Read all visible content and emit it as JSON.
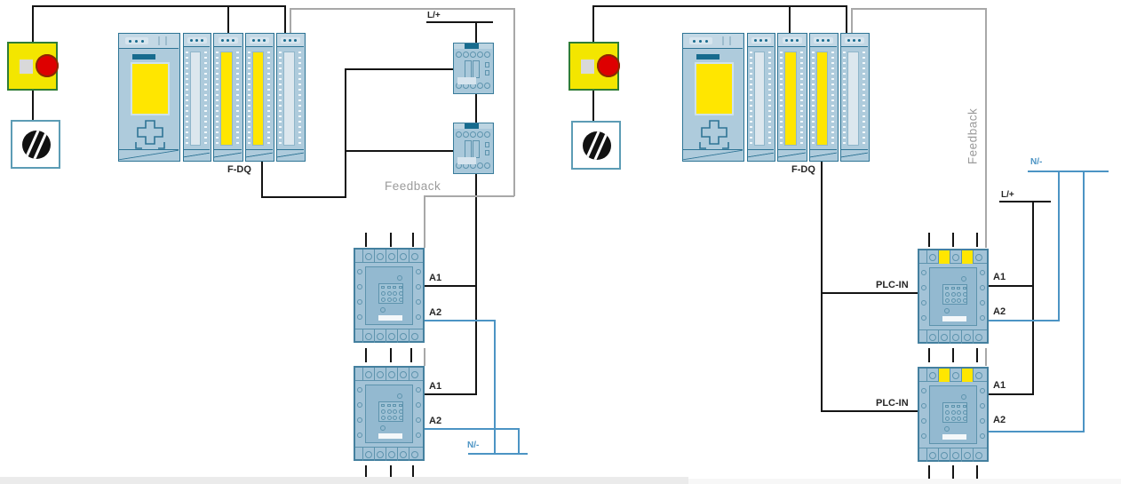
{
  "figure": {
    "kind": "safety-wiring-diagram",
    "variants_shown": 2
  },
  "labels": {
    "f_dq": "F-DQ",
    "feedback": "Feedback",
    "l_plus": "L/+",
    "n_minus": "N/-",
    "a1": "A1",
    "a2": "A2",
    "plc_in": "PLC-IN"
  },
  "icons": {
    "emergency-stop-icon": "yellow square, red round pushbutton, gray reset square",
    "key-switch-icon": "black rotary knob with white stripes in white square",
    "plc-rack-icon": "CPU with yellow display + 4 I/O modules (2 yellow fail-safe)",
    "coupling-relay-icon": "small blue relay module with terminal dots",
    "contactor-icon": "blue contactor with terminal rows, A1/A2 coil terminals"
  },
  "colors": {
    "wire_black": "#141414",
    "wire_gray": "#a8a8a8",
    "wire_blue": "#4c94c4",
    "device_body": "#aecbdc",
    "device_cap": "#c3d8e5",
    "device_border": "#2e7495",
    "panel_light": "#dce7ee",
    "module_yellow": "#ffe600",
    "accent_teal": "#176b8e",
    "contactor_body": "#a3c3d7",
    "contactor_inner": "#93b9d0",
    "contactor_border": "#44809f",
    "ring_color": "#5d93ad",
    "estop_yellow": "#f3e600",
    "estop_border": "#2f7d35",
    "estop_red": "#de0000",
    "key_border": "#5c9cb5",
    "label_gray": "#9b9b9b",
    "text_dark": "#262626"
  }
}
